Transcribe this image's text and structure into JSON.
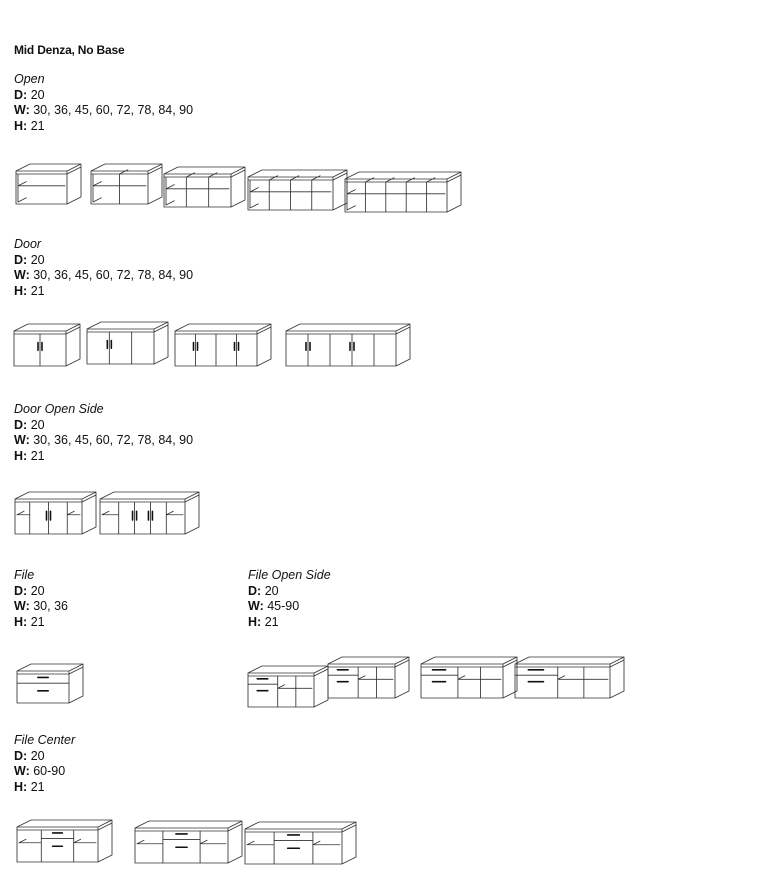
{
  "title": "Mid Denza, No Base",
  "sections": [
    {
      "name": "Open",
      "d": "20",
      "w": "30, 36, 45, 60, 72, 78, 84, 90",
      "h": "21"
    },
    {
      "name": "Door",
      "d": "20",
      "w": "30, 36, 45, 60, 72, 78, 84, 90",
      "h": "21"
    },
    {
      "name": "Door Open Side",
      "d": "20",
      "w": "30, 36, 45, 60, 72, 78, 84, 90",
      "h": "21"
    },
    {
      "name": "File",
      "d": "20",
      "w": "30, 36",
      "h": "21"
    },
    {
      "name": "File Open Side",
      "d": "20",
      "w": "45-90",
      "h": "21"
    },
    {
      "name": "File Center",
      "d": "20",
      "w": "60-90",
      "h": "21"
    }
  ],
  "labels": {
    "d": "D:",
    "w": "W:",
    "h": "H:"
  },
  "colors": {
    "line": "#333333",
    "text": "#111111",
    "background": "#ffffff"
  },
  "drawing_icons": [
    "open-credenza",
    "door-credenza",
    "door-open-side-credenza",
    "file-credenza",
    "file-open-side-credenza",
    "file-center-credenza"
  ]
}
